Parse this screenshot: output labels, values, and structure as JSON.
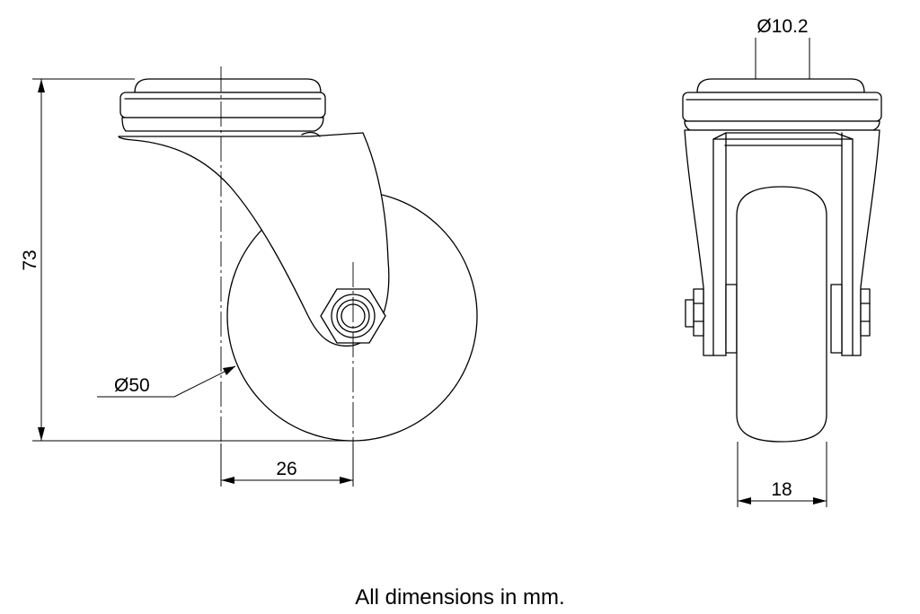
{
  "dimensions": {
    "height": "73",
    "wheel_diameter": "Ø50",
    "offset": "26",
    "bolt_diameter": "Ø10.2",
    "wheel_width": "18"
  },
  "caption": "All dimensions in mm."
}
